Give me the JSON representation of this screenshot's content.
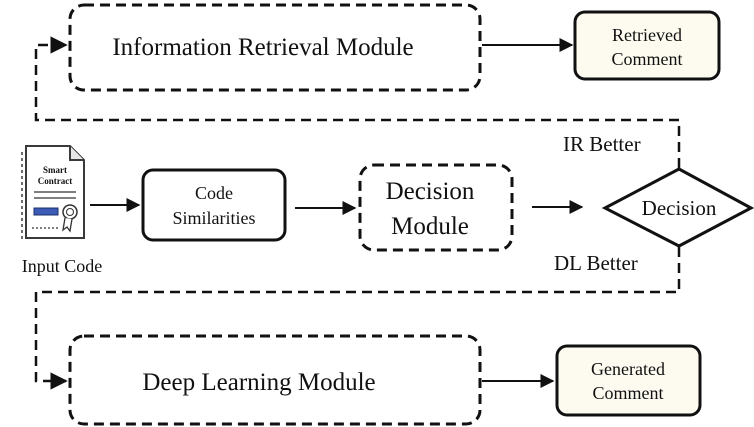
{
  "nodes": {
    "ir_module": "Information Retrieval Module",
    "retrieved_comment": [
      "Retrieved",
      "Comment"
    ],
    "input_code": "Input Code",
    "contract_icon": [
      "Smart",
      "Contract"
    ],
    "code_similarities": [
      "Code",
      "Similarities"
    ],
    "decision_module": [
      "Decision",
      "Module"
    ],
    "decision": "Decision",
    "dl_module": "Deep Learning Module",
    "generated_comment": [
      "Generated",
      "Comment"
    ]
  },
  "edge_labels": {
    "ir_better": "IR Better",
    "dl_better": "DL Better"
  },
  "colors": {
    "stroke": "#111111",
    "comment_box_fill": "#fdfaf0",
    "icon_blue": "#3b5bb5"
  }
}
